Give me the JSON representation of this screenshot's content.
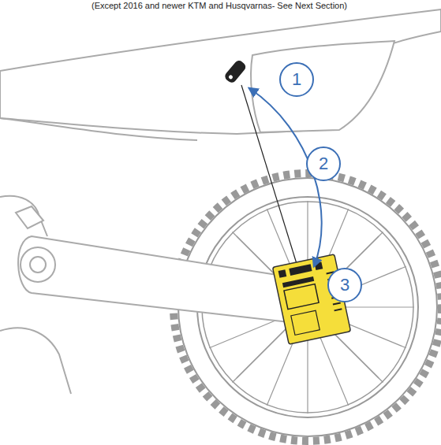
{
  "diagram": {
    "nodes": [
      {
        "text": [
          "1"
        ]
      },
      {
        "text": [
          "2"
        ]
      },
      {
        "text": [
          "3"
        ]
      }
    ],
    "labels": [
      "(Except 2016 and newer KTM and Husqvarnas- See Next Section)"
    ]
  }
}
